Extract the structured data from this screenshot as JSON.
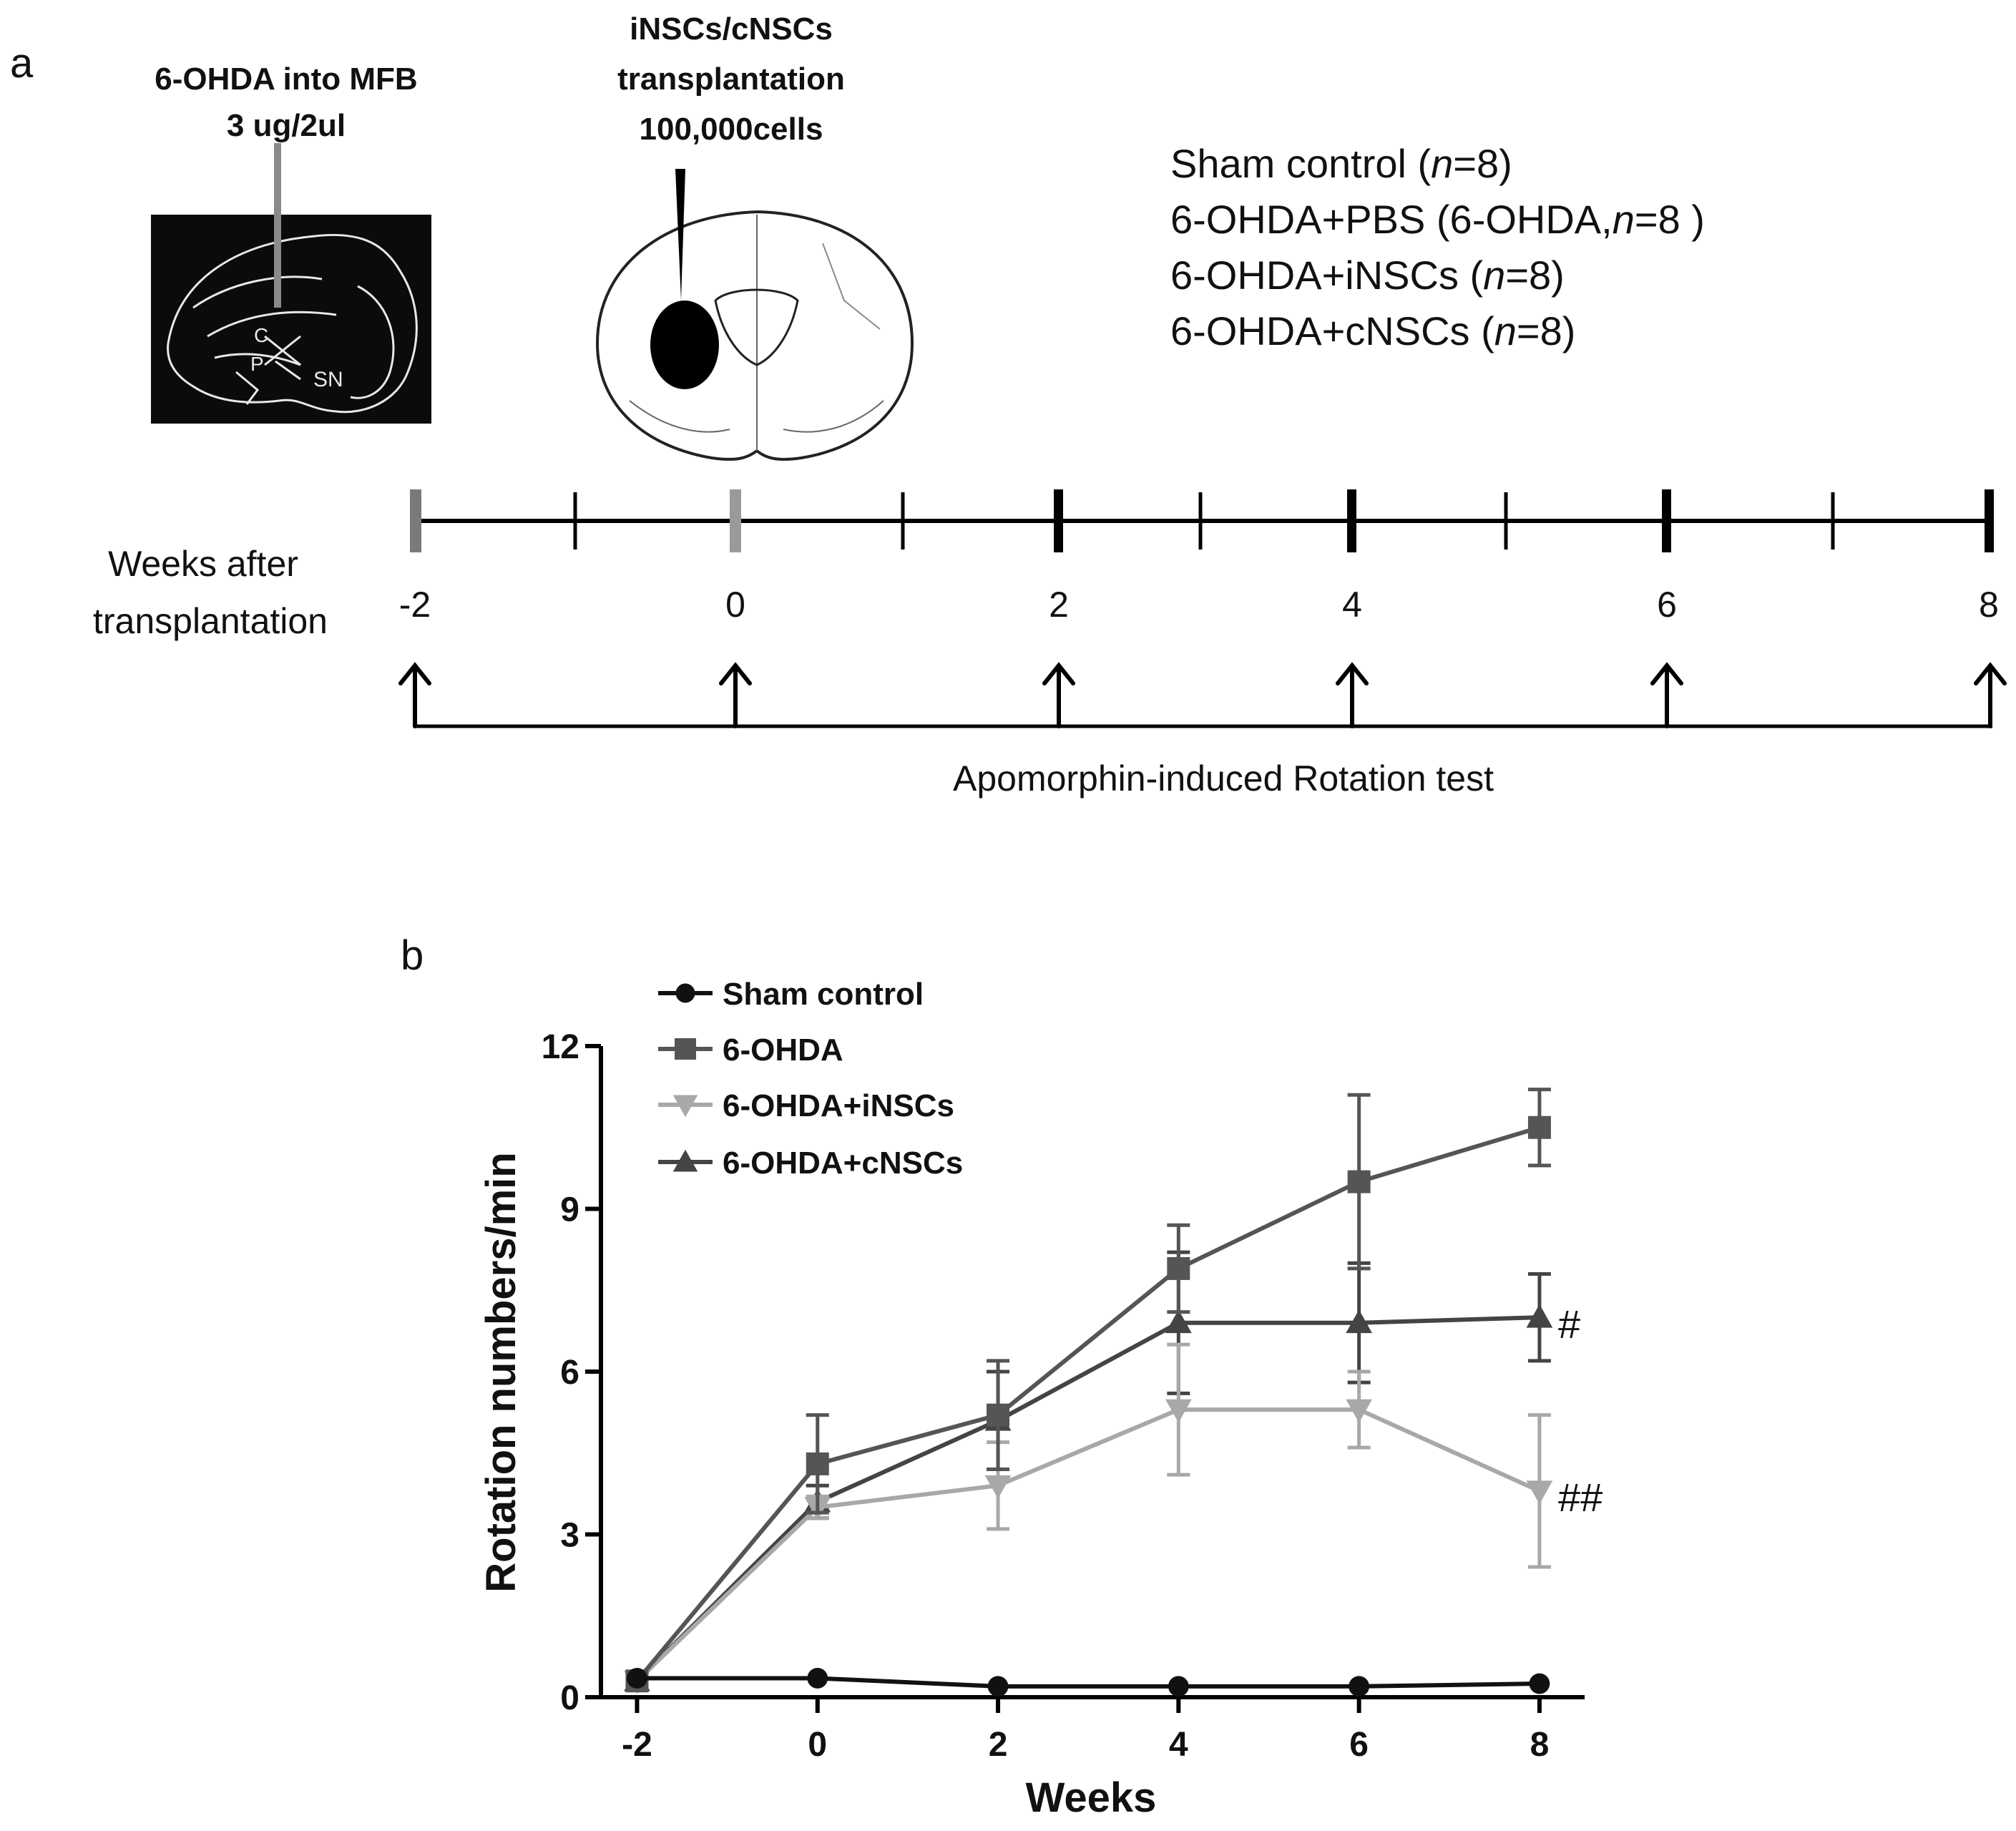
{
  "panel_a": {
    "letter": "a",
    "lesion": {
      "title": "6-OHDA into MFB",
      "dose": "3 ug/2ul",
      "brain_labels": [
        "C",
        "P",
        "SN"
      ]
    },
    "transplant": {
      "line1": "iNSCs/cNSCs",
      "line2": "transplantation",
      "line3": "100,000cells"
    },
    "groups": [
      {
        "pre": "Sham control (",
        "n": "n",
        "post": "=8)"
      },
      {
        "pre": "6-OHDA+PBS (6-OHDA,",
        "n": "n",
        "post": "=8 )"
      },
      {
        "pre": "6-OHDA+iNSCs (",
        "n": "n",
        "post": "=8)"
      },
      {
        "pre": "6-OHDA+cNSCs (",
        "n": "n",
        "post": "=8)"
      }
    ],
    "timeline": {
      "label_line1": "Weeks after",
      "label_line2": "transplantation",
      "week_labels": [
        "-2",
        "0",
        "2",
        "4",
        "6",
        "8"
      ],
      "test_label": "Apomorphin-induced Rotation test"
    }
  },
  "chart_data": {
    "panel_letter": "b",
    "type": "line",
    "xlabel": "Weeks",
    "ylabel": "Rotation numbers/min",
    "x": [
      -2,
      0,
      2,
      4,
      6,
      8
    ],
    "x_ticks": [
      "-2",
      "0",
      "2",
      "4",
      "6",
      "8"
    ],
    "xlim": [
      -2.4,
      8.5
    ],
    "ylim": [
      0,
      12
    ],
    "y_ticks": [
      "0",
      "3",
      "6",
      "9",
      "12"
    ],
    "legend_position": "top-left",
    "series": [
      {
        "name": "Sham control",
        "marker": "circle",
        "color": "#111111",
        "values": [
          0.35,
          0.35,
          0.2,
          0.2,
          0.2,
          0.25
        ],
        "errors": [
          0,
          0,
          0,
          0,
          0,
          0
        ]
      },
      {
        "name": "6-OHDA",
        "marker": "square",
        "color": "#555555",
        "values": [
          0.3,
          4.3,
          5.2,
          7.9,
          9.5,
          10.5
        ],
        "errors": [
          0,
          0.9,
          1.0,
          0.8,
          1.6,
          0.7
        ]
      },
      {
        "name": "6-OHDA+iNSCs",
        "marker": "triangle-down",
        "color": "#a8a8a8",
        "values": [
          0.3,
          3.5,
          3.9,
          5.3,
          5.3,
          3.8
        ],
        "errors": [
          0,
          0.2,
          0.8,
          1.2,
          0.7,
          1.4
        ]
      },
      {
        "name": "6-OHDA+cNSCs",
        "marker": "triangle-up",
        "color": "#444444",
        "values": [
          0.3,
          3.6,
          5.1,
          6.9,
          6.9,
          7.0
        ],
        "errors": [
          0,
          0.3,
          0.9,
          1.3,
          1.1,
          0.8
        ]
      }
    ],
    "annotations": [
      {
        "text": "#",
        "series": "6-OHDA+cNSCs"
      },
      {
        "text": "##",
        "series": "6-OHDA+iNSCs"
      }
    ]
  }
}
